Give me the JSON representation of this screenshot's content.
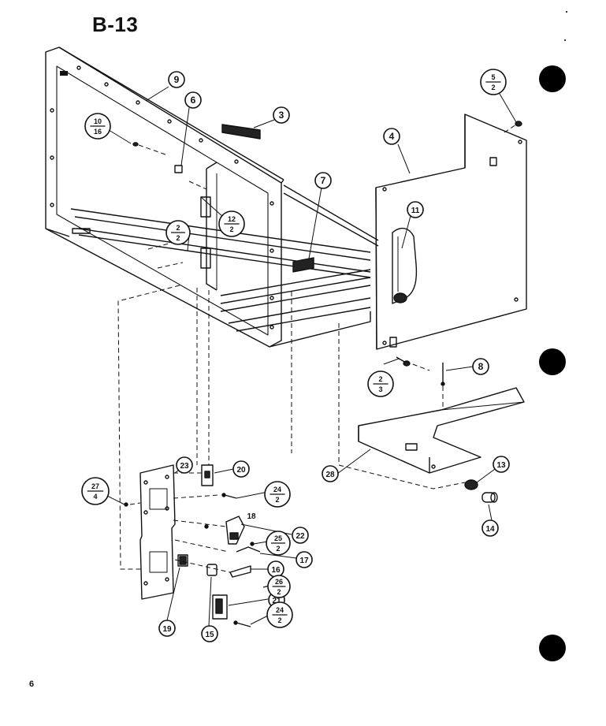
{
  "page": {
    "title": "B-13",
    "page_number": "6"
  },
  "callouts": [
    {
      "id": "c-9-top",
      "label": "9"
    },
    {
      "id": "c-6",
      "label": "6"
    },
    {
      "id": "c-3",
      "label": "3"
    },
    {
      "id": "c-4",
      "label": "4"
    },
    {
      "id": "c-7",
      "label": "7"
    },
    {
      "id": "c-11",
      "label": "11"
    },
    {
      "id": "c-8",
      "label": "8"
    },
    {
      "id": "c-28",
      "label": "28"
    },
    {
      "id": "c-13",
      "label": "13"
    },
    {
      "id": "c-14",
      "label": "14"
    },
    {
      "id": "c-23",
      "label": "23"
    },
    {
      "id": "c-20",
      "label": "20"
    },
    {
      "id": "c-18-small",
      "label": "18"
    },
    {
      "id": "c-22",
      "label": "22"
    },
    {
      "id": "c-17",
      "label": "17"
    },
    {
      "id": "c-16",
      "label": "16"
    },
    {
      "id": "c-21",
      "label": "21"
    },
    {
      "id": "c-19",
      "label": "19"
    },
    {
      "id": "c-15",
      "label": "15"
    }
  ],
  "fraction_callouts": [
    {
      "id": "f-5-2",
      "top": "5",
      "bottom": "2"
    },
    {
      "id": "f-10-16",
      "top": "10",
      "bottom": "16"
    },
    {
      "id": "f-12-2",
      "top": "12",
      "bottom": "2"
    },
    {
      "id": "f-2-2",
      "top": "2",
      "bottom": "2"
    },
    {
      "id": "f-2-3",
      "top": "2",
      "bottom": "3"
    },
    {
      "id": "f-27-4",
      "top": "27",
      "bottom": "4"
    },
    {
      "id": "f-24-2-a",
      "top": "24",
      "bottom": "2"
    },
    {
      "id": "f-25-2",
      "top": "25",
      "bottom": "2"
    },
    {
      "id": "f-26-2",
      "top": "26",
      "bottom": "2"
    },
    {
      "id": "f-24-2-b",
      "top": "24",
      "bottom": "2"
    }
  ]
}
